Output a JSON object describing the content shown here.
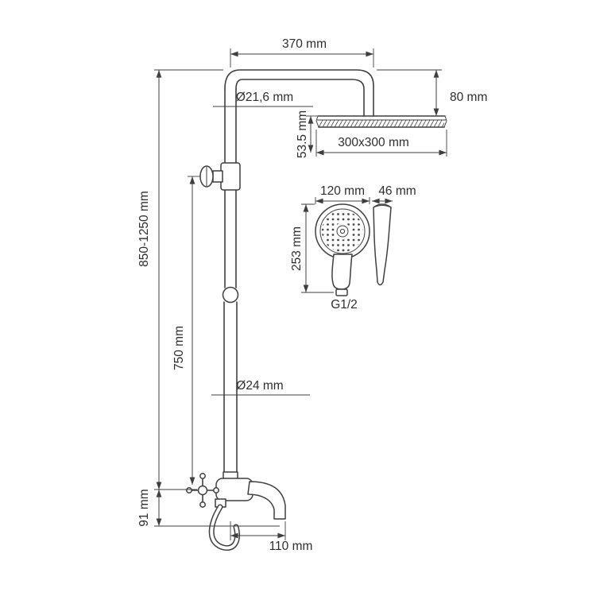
{
  "diagram": {
    "dimensions": {
      "arm_length": "370 mm",
      "top_pipe_diameter": "Ø21,6 mm",
      "head_drop": "80 mm",
      "head_size": "300x300 mm",
      "head_height": "53.5 mm",
      "handshower_width": "120 mm",
      "handshower_depth": "46 mm",
      "handshower_length": "253 mm",
      "thread": "G1/2",
      "total_height": "850-1250 mm",
      "column_length": "750 mm",
      "bottom_pipe_diameter": "Ø24 mm",
      "spout_drop": "91 mm",
      "spout_length": "110 mm"
    }
  }
}
